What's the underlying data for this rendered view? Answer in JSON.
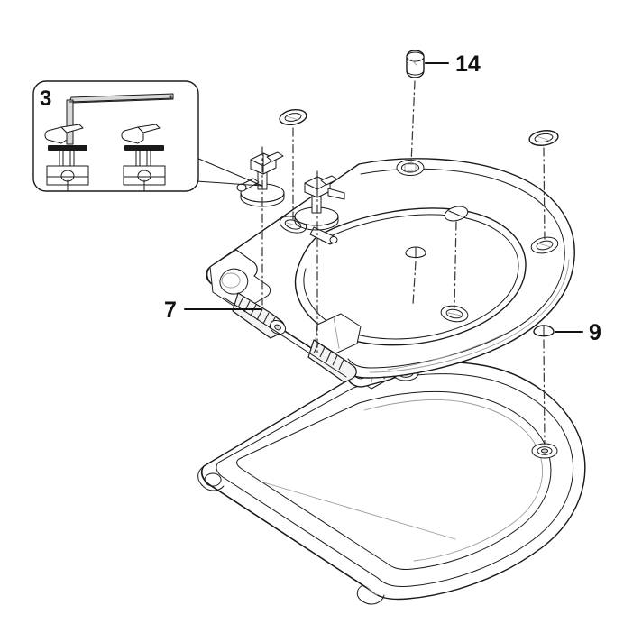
{
  "diagram": {
    "type": "exploded-assembly",
    "subject": "toilet-seat-and-lid-assembly",
    "background_color": "#ffffff",
    "line_color": "#1a1a1a",
    "hidden_line_color": "#888888",
    "fill_color": "#ffffff",
    "shade_color": "#f2f2f2",
    "dark_part_color": "#3a3a3a"
  },
  "callouts": [
    {
      "id": "callout-3",
      "label": "3",
      "kind": "inset-box",
      "description": "hex-key-and-bolt-clamp-hardware",
      "leader": "tapered-pointer-to-seat-clamp"
    },
    {
      "id": "callout-14",
      "label": "14",
      "kind": "leader-line",
      "description": "buffer-cap-top",
      "leader": "horizontal-line-with-dash-dot-drop"
    },
    {
      "id": "callout-7",
      "label": "7",
      "kind": "leader-line",
      "description": "hinge-damper-cylinder",
      "leader": "horizontal-line-left"
    },
    {
      "id": "callout-9",
      "label": "9",
      "kind": "leader-line",
      "description": "round-bumper-pad",
      "leader": "horizontal-line-with-dash-dot-drop"
    }
  ],
  "inset": {
    "label": "3",
    "contents": [
      "allen-hex-key",
      "bolt-clamp-assembly-left",
      "bolt-clamp-assembly-right"
    ]
  },
  "parts": [
    {
      "name": "seat-ring",
      "position": "upper"
    },
    {
      "name": "lid-cover",
      "position": "lower"
    },
    {
      "name": "hinge-knuckle",
      "position": "center"
    },
    {
      "name": "damper-cylinder-left",
      "position": "seat-rear-edge"
    },
    {
      "name": "damper-cylinder-right",
      "position": "seat-rear-edge"
    },
    {
      "name": "clamp-bolt-left",
      "position": "seat-top"
    },
    {
      "name": "clamp-bolt-right",
      "position": "seat-top"
    },
    {
      "name": "oval-bumper-a",
      "position": "floating-above-seat"
    },
    {
      "name": "oval-bumper-b",
      "position": "floating-right"
    },
    {
      "name": "buffer-cap-14",
      "position": "floating-top"
    },
    {
      "name": "round-bumper-9",
      "position": "floating-right-lower"
    },
    {
      "name": "inner-bumper-oval",
      "position": "seat-inner"
    },
    {
      "name": "inner-bumper-round",
      "position": "seat-inner"
    }
  ]
}
